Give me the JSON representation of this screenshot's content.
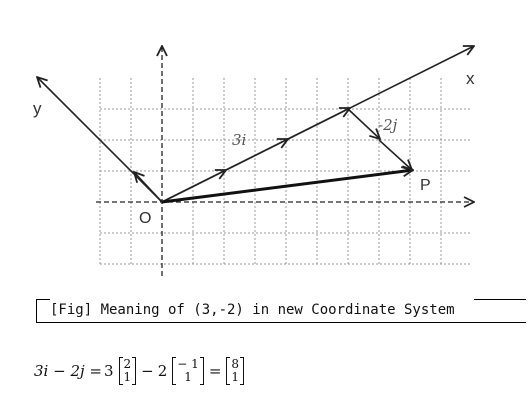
{
  "labels": {
    "y_axis": "y",
    "x_axis": "x",
    "origin": "O",
    "vector_3i": "3i",
    "vector_minus_2j": "-2j",
    "point_p": "P"
  },
  "caption": "[Fig] Meaning of (3,-2) in new Coordinate System",
  "equation": {
    "lhs": "3i − 2j =",
    "coef1": "3",
    "m1": [
      "2",
      "1"
    ],
    "minus": "−",
    "coef2": "2",
    "m2": [
      "− 1",
      "1"
    ],
    "equals": "=",
    "m3": [
      "8",
      "1"
    ]
  },
  "colors": {
    "lines": "#222222",
    "grid": "#9a9a9a"
  }
}
